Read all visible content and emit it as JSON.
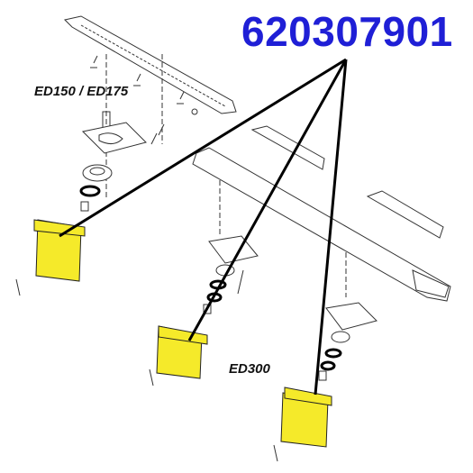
{
  "part_number": {
    "text": "620307901",
    "color": "#1f1fd6"
  },
  "models": {
    "ed150_ed175": "ED150 / ED175",
    "ed300": "ED300"
  },
  "colors": {
    "highlight": "#f5ea2a",
    "line": "#000000",
    "sketch": "#333333"
  }
}
